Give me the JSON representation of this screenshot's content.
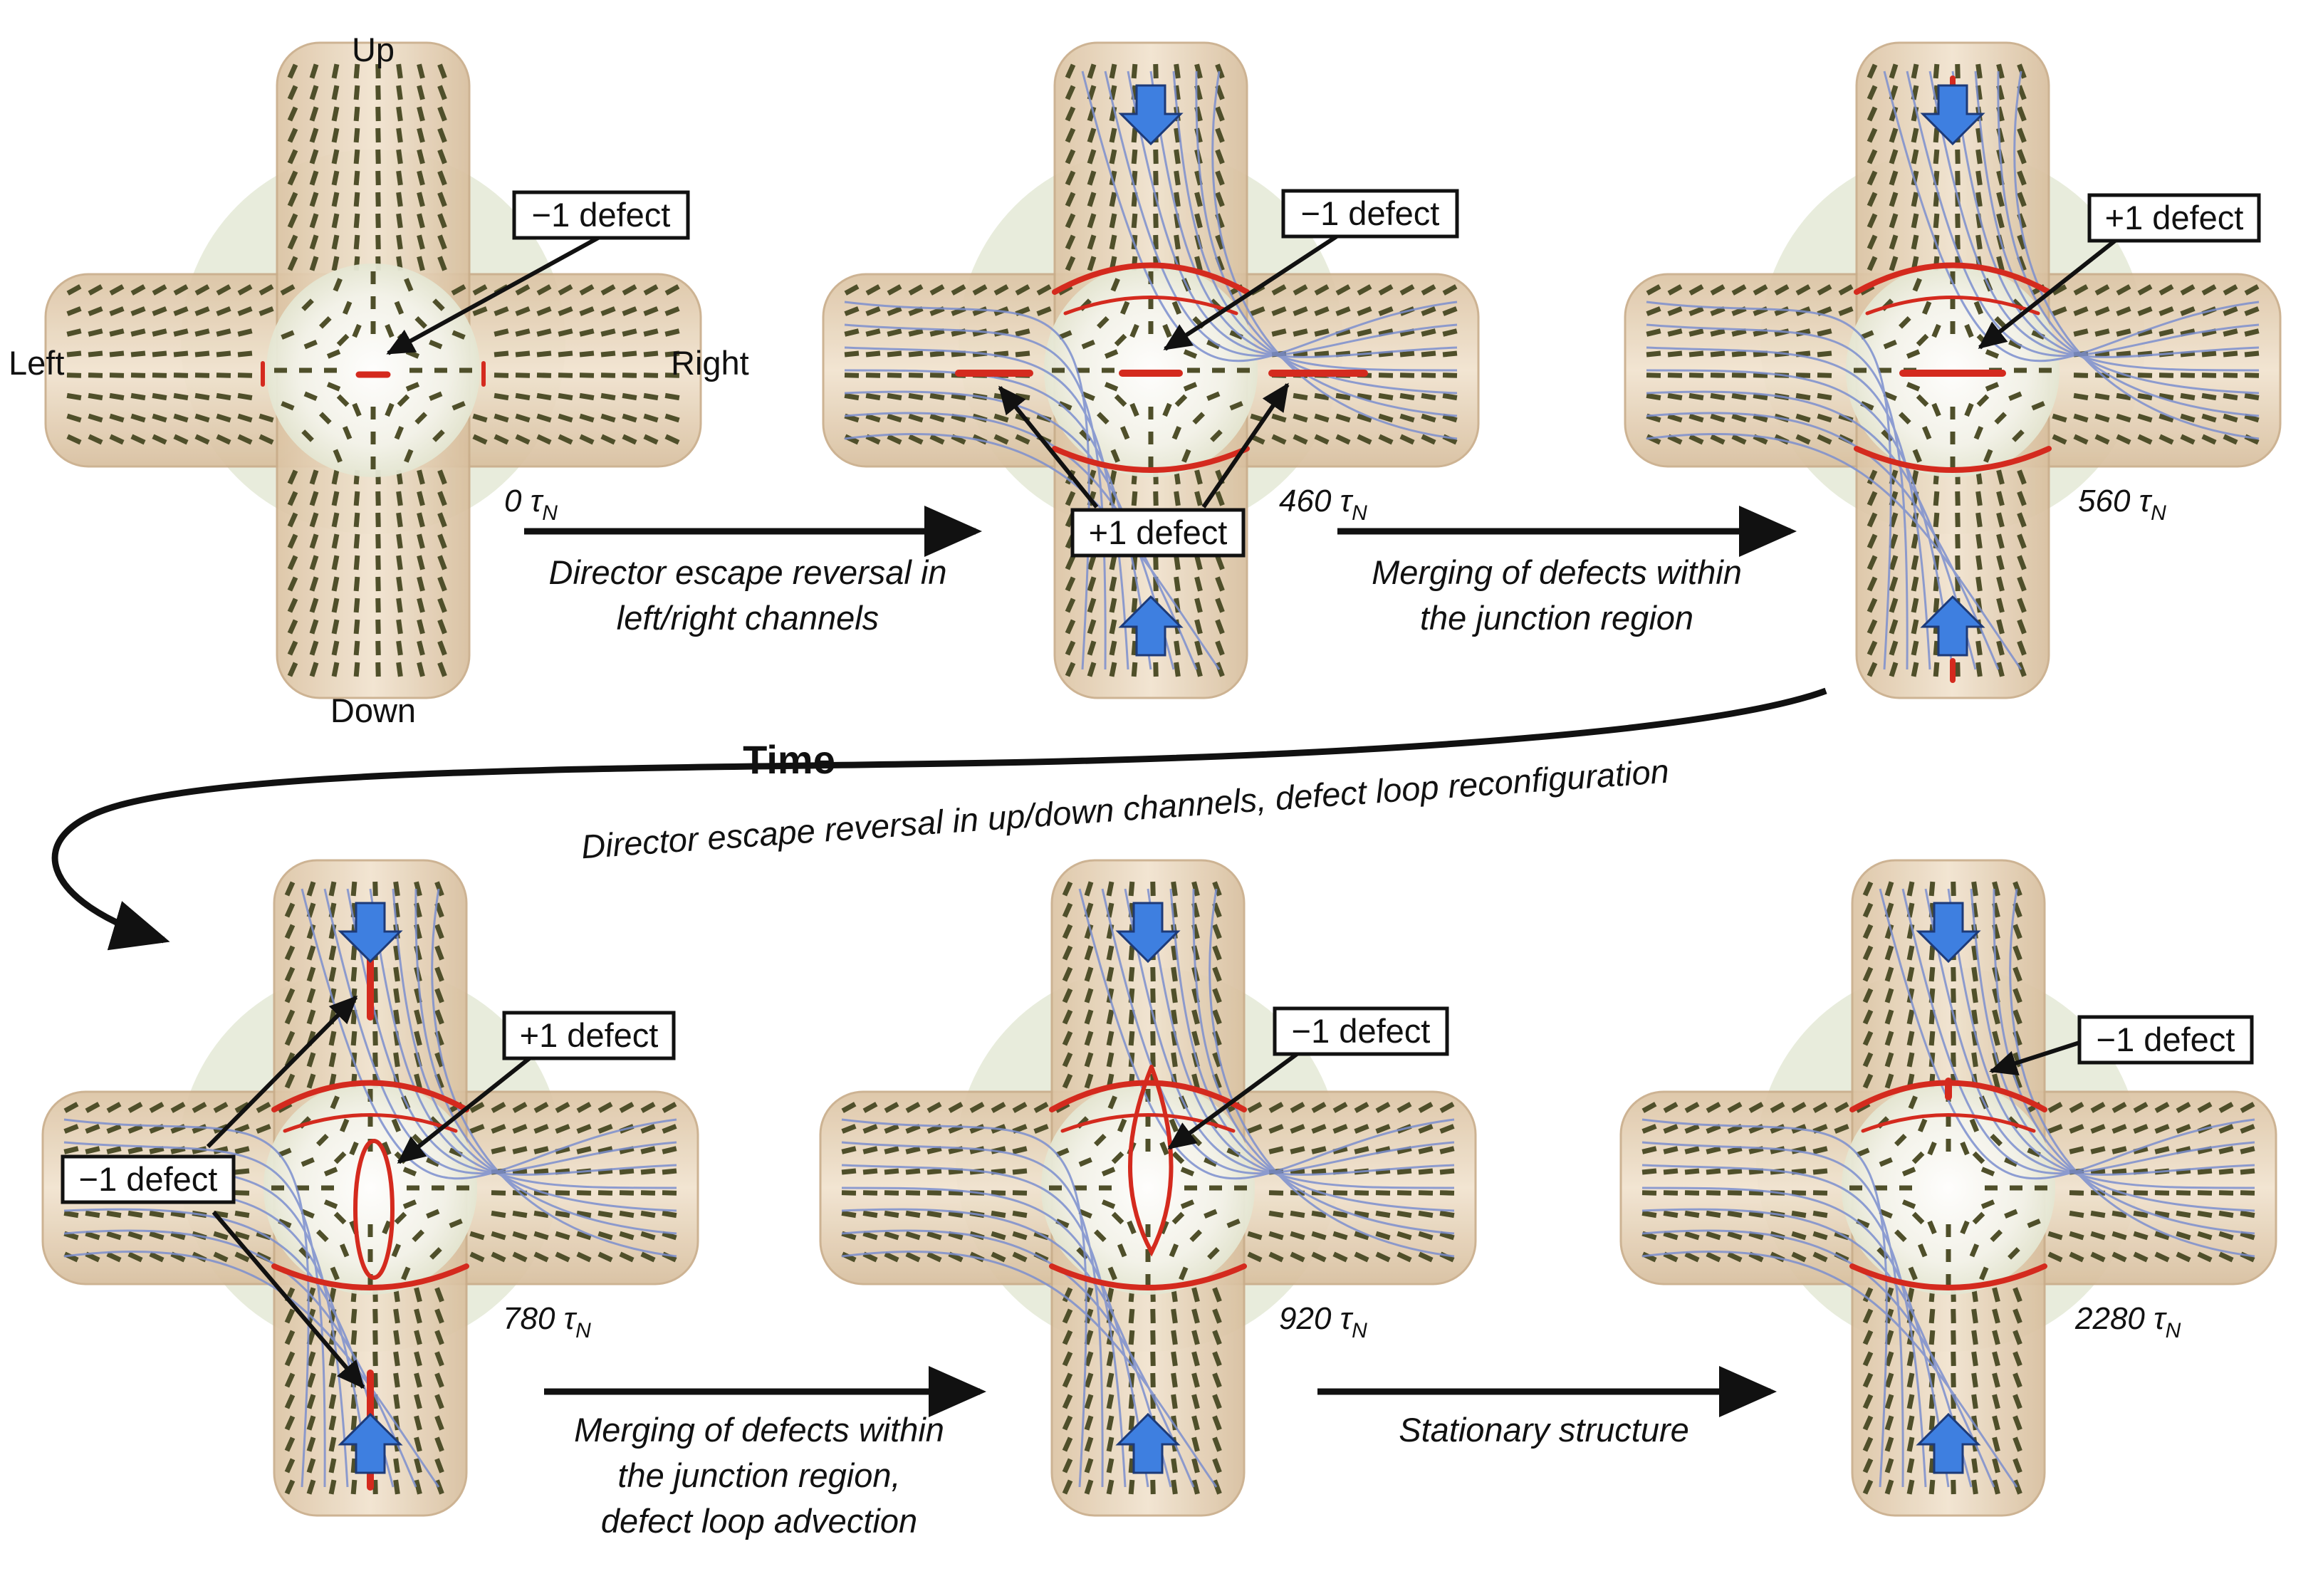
{
  "channel_labels": {
    "up": "Up",
    "down": "Down",
    "left": "Left",
    "right": "Right"
  },
  "panels": [
    {
      "time_value": "0",
      "flow": false,
      "defects": [
        {
          "label": "−1 defect"
        }
      ]
    },
    {
      "time_value": "460",
      "flow": true,
      "defects": [
        {
          "label": "−1 defect"
        },
        {
          "label": "+1 defect"
        }
      ]
    },
    {
      "time_value": "560",
      "flow": true,
      "defects": [
        {
          "label": "+1 defect"
        }
      ]
    },
    {
      "time_value": "780",
      "flow": true,
      "defects": [
        {
          "label": "+1 defect"
        },
        {
          "label": "−1 defect"
        }
      ]
    },
    {
      "time_value": "920",
      "flow": true,
      "defects": [
        {
          "label": "−1 defect"
        }
      ]
    },
    {
      "time_value": "2280",
      "flow": true,
      "defects": [
        {
          "label": "−1 defect"
        }
      ]
    }
  ],
  "time_unit": "τ",
  "time_unit_sub": "N",
  "captions": {
    "c1": [
      "Director escape reversal in",
      "left/right channels"
    ],
    "c2": [
      "Merging of defects within",
      "the junction region"
    ],
    "c3": [
      "Director escape reversal in up/down channels, defect loop reconfiguration"
    ],
    "c4": [
      "Merging of defects within",
      "the junction region,",
      "defect loop advection"
    ],
    "c5": [
      "Stationary structure"
    ]
  },
  "time_label": "Time",
  "colors": {
    "channel_fill": "#ead8c0",
    "channel_edge": "#c9ad8a",
    "junction_shade": "#d6dcc0",
    "director": "#4f4f2a",
    "defect_line": "#d42a1e",
    "streamline": "#7c8fcf",
    "flow_arrow": "#3e7fe0",
    "flow_arrow_edge": "#1d3a78"
  }
}
